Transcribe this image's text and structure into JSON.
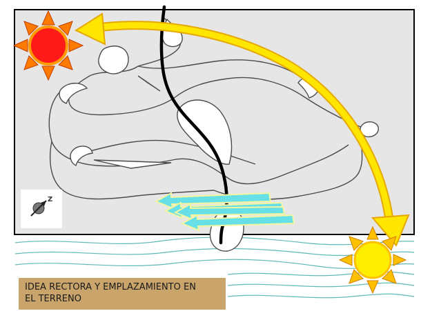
{
  "caption": {
    "line1": "IDEA RECTORA Y EMPLAZAMIENTO EN",
    "line2": "EL TERRENO"
  },
  "compass": {
    "label": "Z",
    "icon": "north-compass-icon"
  },
  "colors": {
    "background": "#ffffff",
    "site_fill": "#e6e6e6",
    "site_border": "#000000",
    "sun_set_core": "#ff1a1a",
    "sun_set_rays": "#ff7a00",
    "sun_rise_core": "#ffee00",
    "sun_rise_rays": "#ffc000",
    "sun_path_arrow": "#f2c200",
    "wind_arrows": "#66e0e6",
    "water_lines": "#5fb8b8",
    "main_path": "#000000",
    "caption_background": "#c9a46b"
  },
  "icons": [
    "setting-sun-icon",
    "rising-sun-icon",
    "wind-arrow-icon",
    "north-compass-icon"
  ]
}
